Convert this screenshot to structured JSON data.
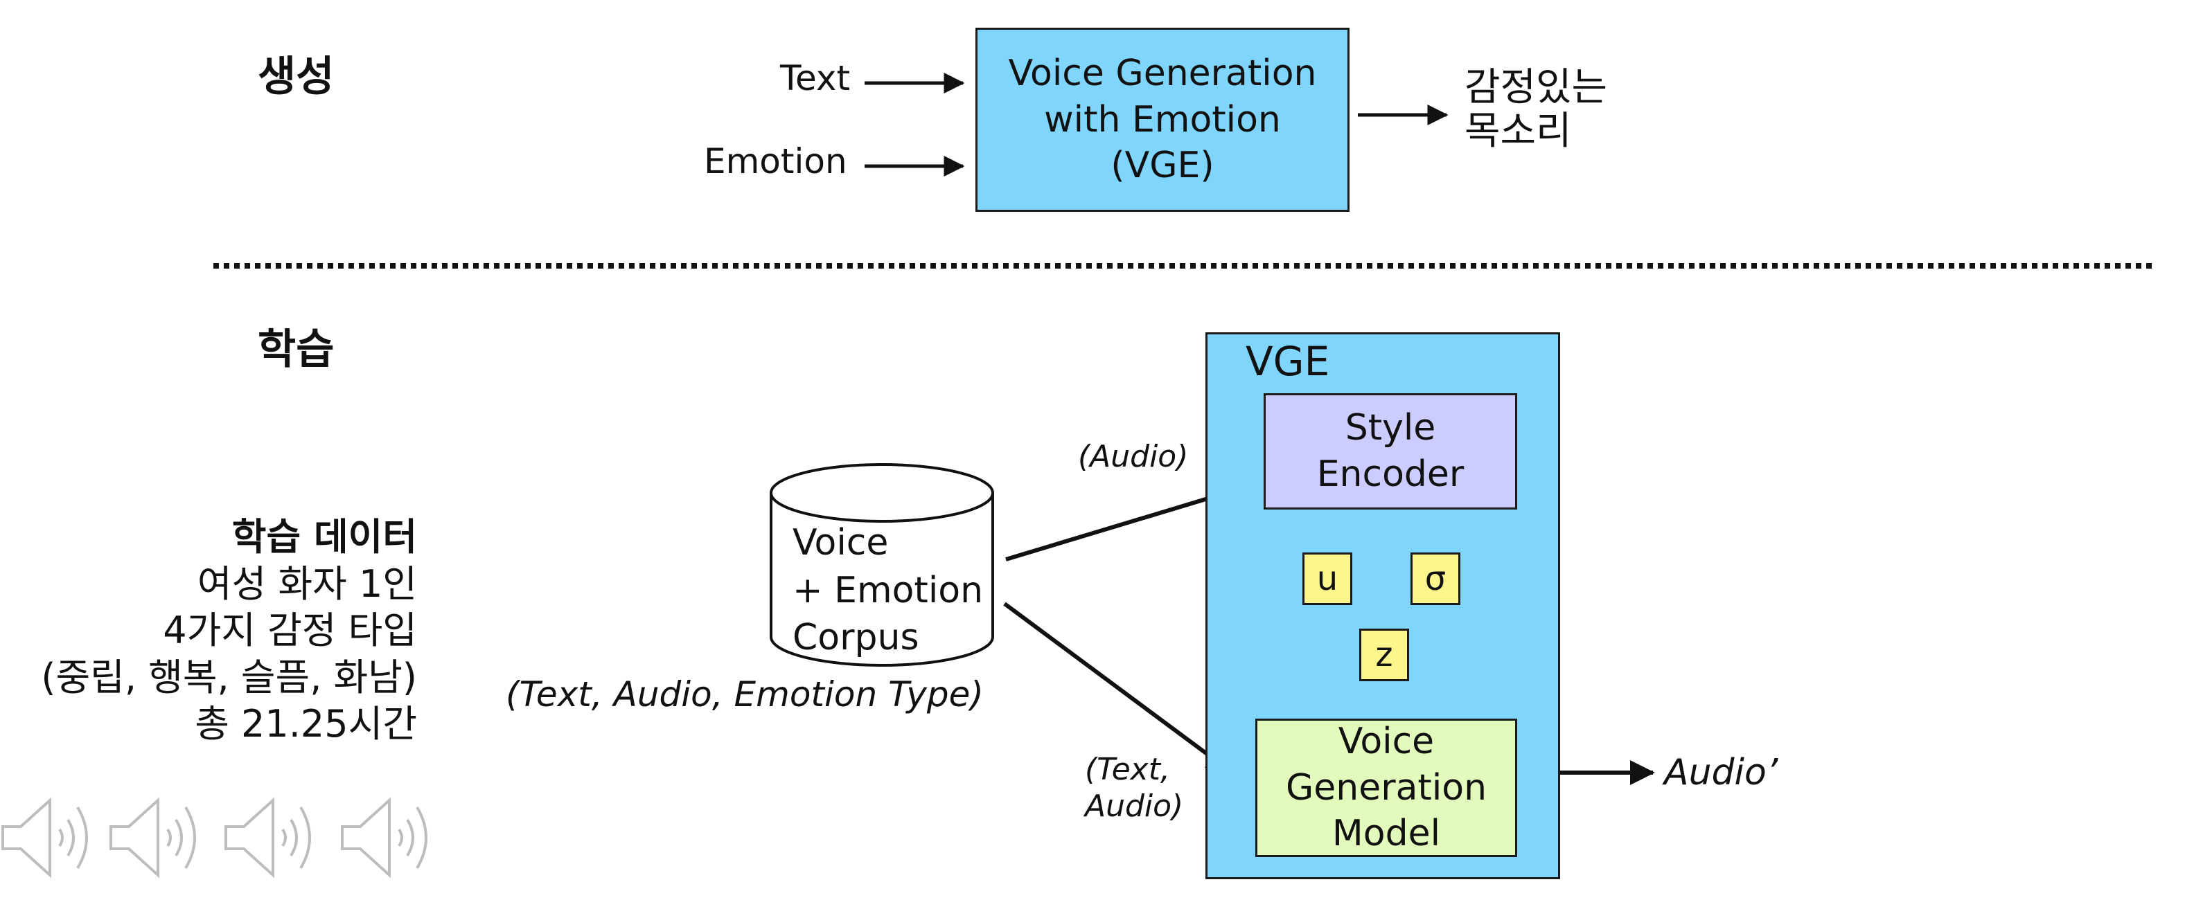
{
  "top_section": {
    "label": "생성",
    "input_text": "Text",
    "input_emotion": "Emotion",
    "vge_box_lines": [
      "Voice Generation",
      "with Emotion",
      "(VGE)"
    ],
    "output_lines": [
      "감정있는",
      "목소리"
    ]
  },
  "bottom_section": {
    "label": "학습",
    "training_data": {
      "title": "학습 데이터",
      "lines": [
        "여성 화자 1인",
        "4가지 감정 타입",
        "(중립, 행복, 슬픔, 화남)",
        "총 21.25시간"
      ]
    },
    "corpus_lines": [
      "Voice",
      "+ Emotion",
      "Corpus"
    ],
    "corpus_caption": "(Text, Audio, Emotion Type)",
    "audio_edge_label": "(Audio)",
    "text_audio_edge_label": [
      "(Text,",
      "Audio)"
    ],
    "vge_title": "VGE",
    "style_encoder_lines": [
      "Style",
      "Encoder"
    ],
    "u_label": "u",
    "sigma_label": "σ",
    "z_label": "z",
    "voice_model_lines": [
      "Voice",
      "Generation",
      "Model"
    ],
    "output_label": "Audio’"
  },
  "speaker_icons": [
    "speaker-icon",
    "speaker-icon",
    "speaker-icon",
    "speaker-icon"
  ],
  "colors": {
    "vge_fill": "#7fd5fc",
    "style_encoder_fill": "#ccccfe",
    "latent_fill": "#fdf68c",
    "voice_model_fill": "#e2fbbd",
    "line": "#111111",
    "speaker_icon": "#bdbdbd"
  }
}
